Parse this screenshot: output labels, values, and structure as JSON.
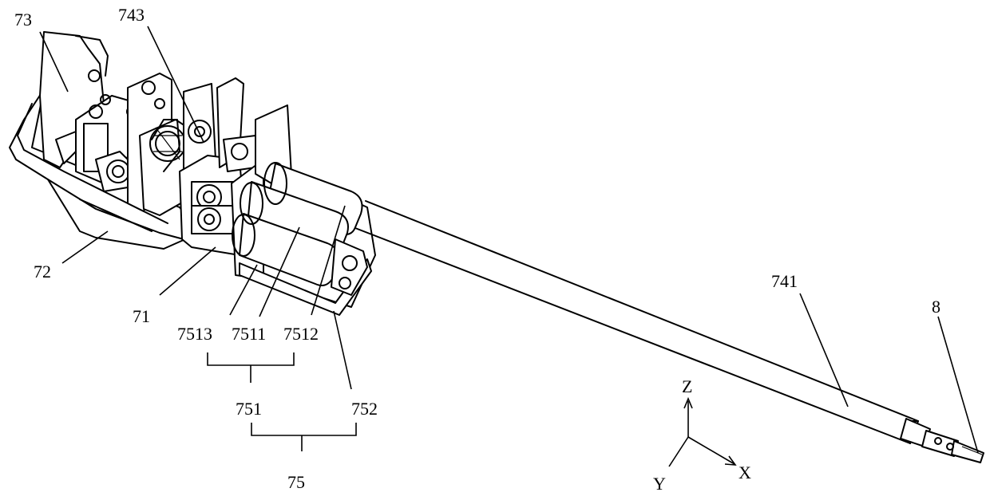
{
  "labels": {
    "l73": "73",
    "l743": "743",
    "l72": "72",
    "l71": "71",
    "l7513": "7513",
    "l7511": "7511",
    "l7512": "7512",
    "l751": "751",
    "l752": "752",
    "l75": "75",
    "l741": "741",
    "l8": "8"
  },
  "axes": {
    "z": "Z",
    "x": "X",
    "y": "Y"
  }
}
